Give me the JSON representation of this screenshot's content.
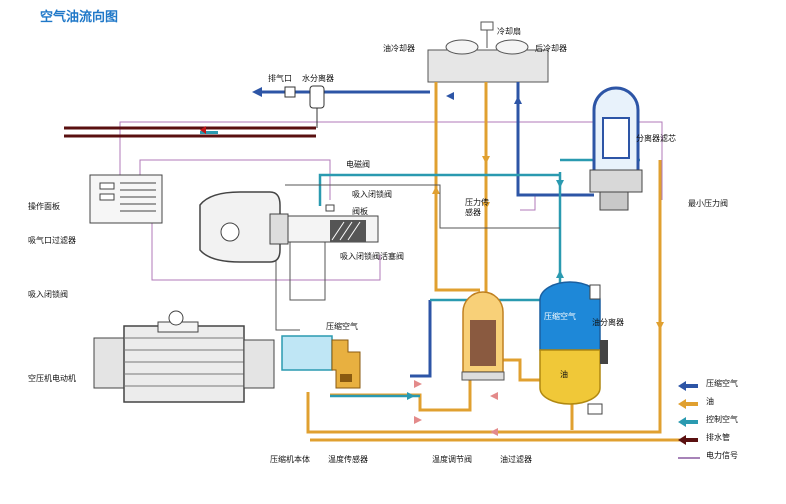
{
  "title": "空气油流向图",
  "labels": {
    "cooling_fan": "冷却扇",
    "oil_cooler": "油冷却器",
    "after_cooler": "后冷却器",
    "exhaust_port": "排气口",
    "water_separator": "水分离器",
    "operation_panel": "操作面板",
    "solenoid_valve": "电磁阀",
    "intake_valve": "吸入闭锁阀",
    "valve_plate": "阀板",
    "air_filter": "吸气口过滤器",
    "intake_valve_piston": "吸入闭锁阀活塞阀",
    "intake_valve_2": "吸入闭锁阀",
    "pressure_sensor": "压力传感器",
    "separator_filter": "分离器滤芯",
    "min_pressure_valve": "最小压力阀",
    "compressed_air_tank": "压缩空气",
    "oil_separator": "油分离器",
    "oil": "油",
    "motor": "空压机电动机",
    "compressed_air_screw": "压缩空气",
    "compressor_body": "压缩机本体",
    "temp_sensor": "温度传感器",
    "temp_regulator": "温度调节阀",
    "oil_filter": "油过滤器"
  },
  "legend": [
    {
      "label": "压缩空气",
      "color": "#2d55a6",
      "kind": "arrow"
    },
    {
      "label": "油",
      "color": "#e0a030",
      "kind": "arrow"
    },
    {
      "label": "控制空气",
      "color": "#2a9ab0",
      "kind": "arrow"
    },
    {
      "label": "排水管",
      "color": "#5a1010",
      "kind": "arrow"
    },
    {
      "label": "电力信号",
      "color": "#8a5aa0",
      "kind": "line"
    }
  ],
  "colors": {
    "compressed_air": "#2d55a6",
    "oil": "#e0a030",
    "control_air": "#2a9ab0",
    "drain": "#5a1010",
    "electric": "#b07ab8",
    "tank_blue": "#1e88d8",
    "tank_oil": "#f0c838"
  }
}
